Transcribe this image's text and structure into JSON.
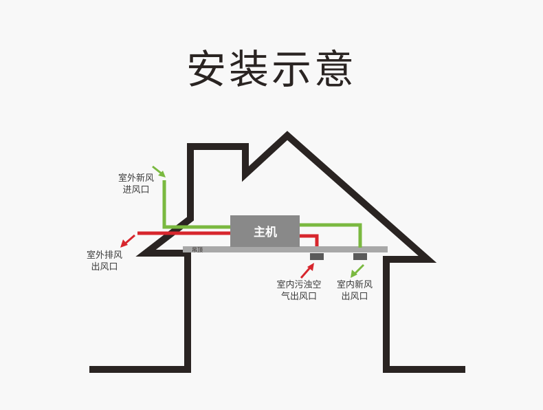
{
  "title": "安装示意",
  "host_label": "主机",
  "ceiling_label": "吊顶",
  "labels": {
    "outdoor_fresh_inlet": [
      "室外新风",
      "进风口"
    ],
    "outdoor_exhaust_outlet": [
      "室外排风",
      "出风口"
    ],
    "indoor_dirty_air_outlet": [
      "室内污浊空",
      "气出风口"
    ],
    "indoor_fresh_outlet": [
      "室内新风",
      "出风口"
    ]
  },
  "colors": {
    "house": "#2a2422",
    "fresh_air": "#7ab940",
    "exhaust_air": "#d7262d",
    "host": "#898989",
    "ceiling": "#a8a8a8",
    "vent": "#5a5a5a",
    "text": "#3a3a3a"
  }
}
